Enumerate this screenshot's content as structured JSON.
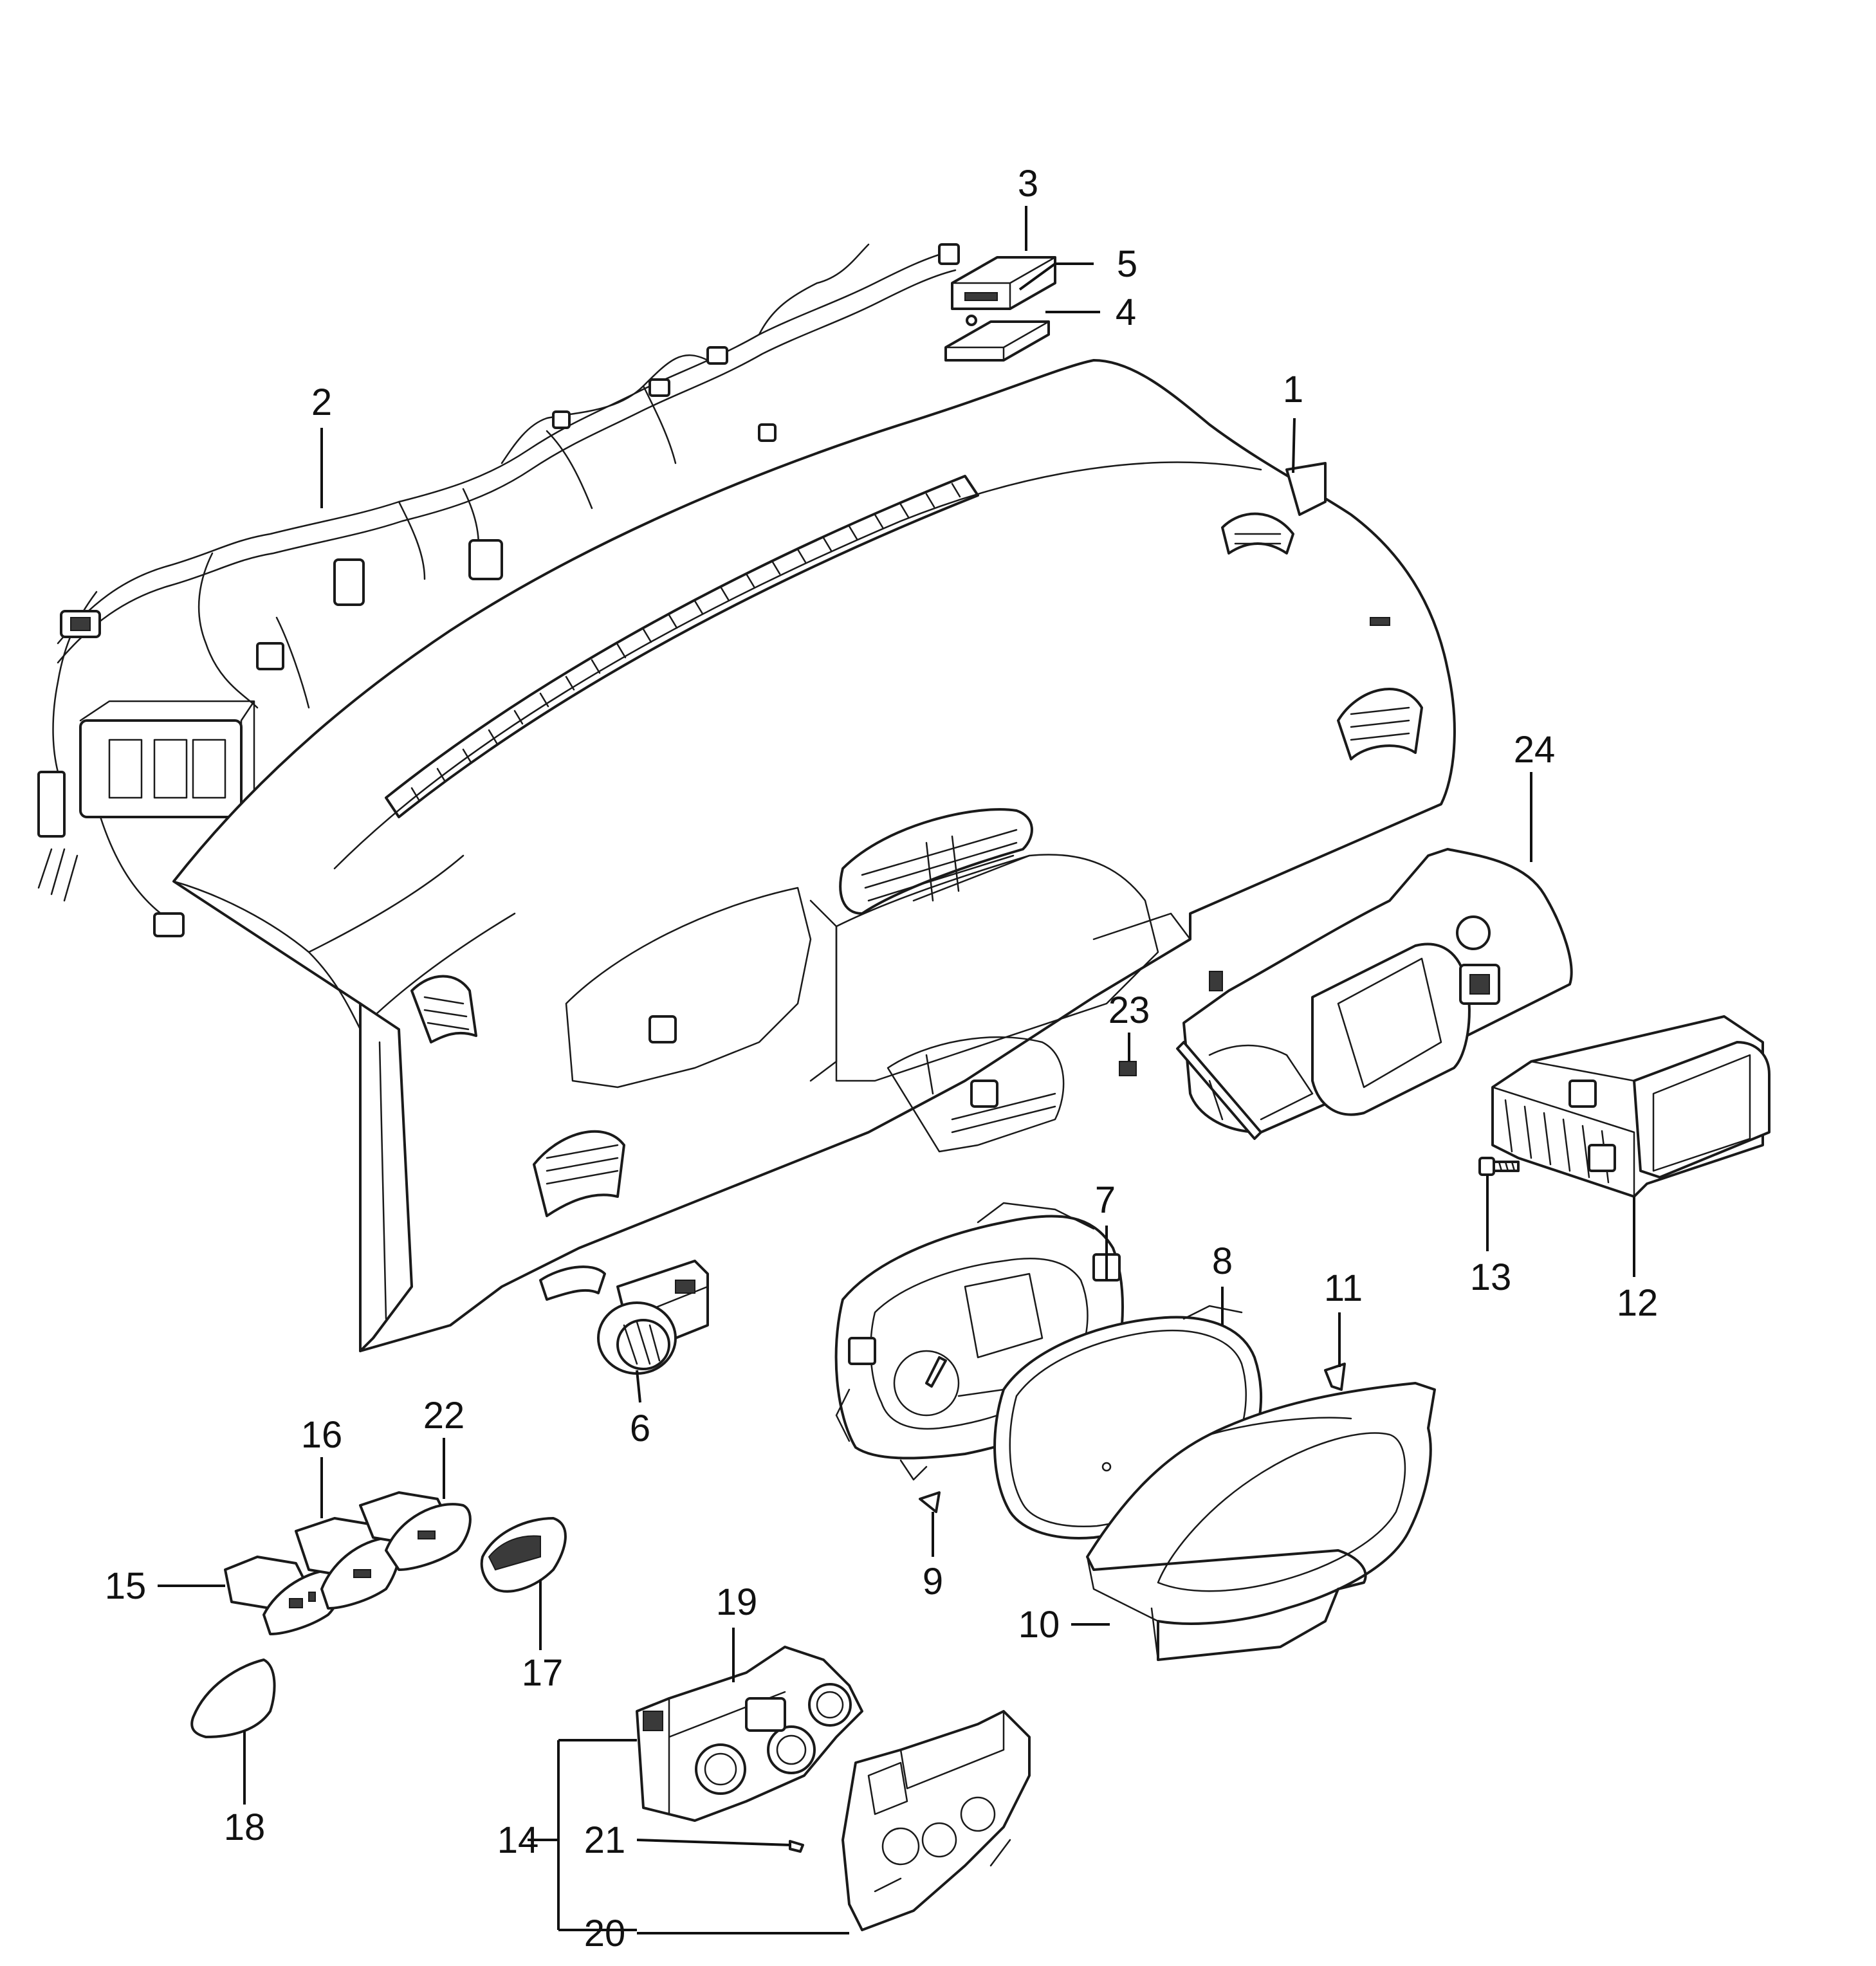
{
  "callouts": {
    "c1": "1",
    "c2": "2",
    "c3": "3",
    "c4": "4",
    "c5": "5",
    "c6": "6",
    "c7": "7",
    "c8": "8",
    "c9": "9",
    "c10": "10",
    "c11": "11",
    "c12": "12",
    "c13": "13",
    "c14": "14",
    "c15": "15",
    "c16": "16",
    "c17": "17",
    "c18": "18",
    "c19": "19",
    "c20": "20",
    "c21": "21",
    "c22": "22",
    "c23": "23",
    "c24": "24"
  },
  "colors": {
    "line": "#1a1a1a",
    "background": "#ffffff",
    "shade": "#3a3a3a"
  }
}
